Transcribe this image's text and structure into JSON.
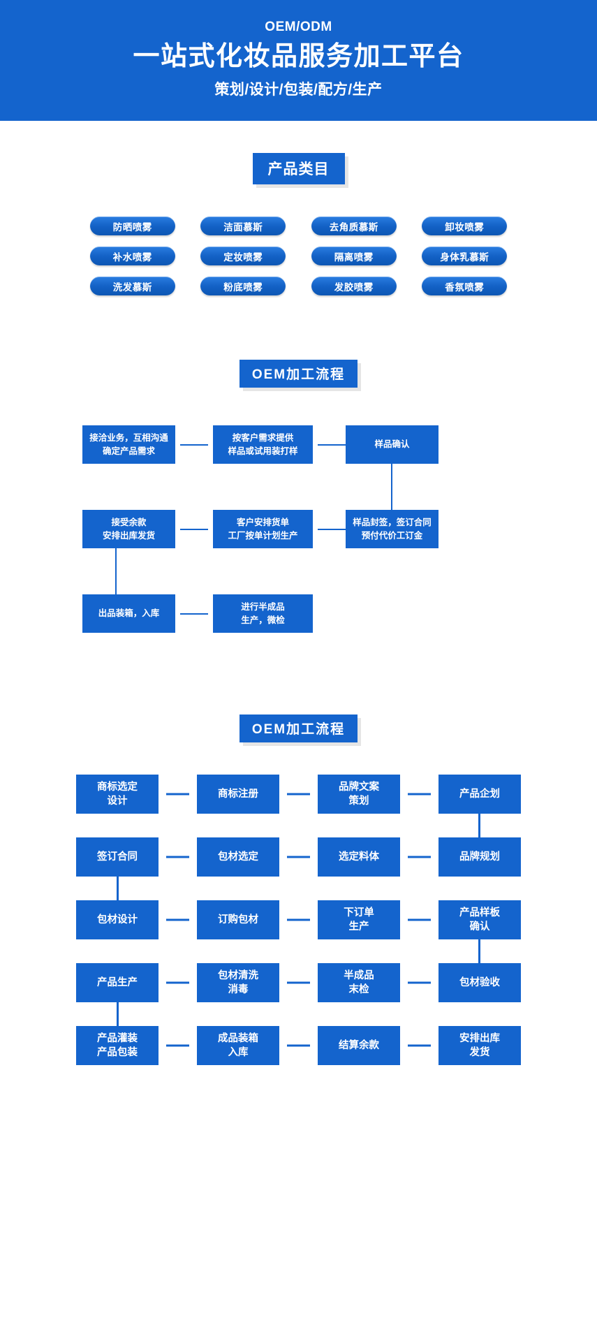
{
  "banner": {
    "sub_top": "OEM/ODM",
    "title": "一站式化妆品服务加工平台",
    "sub_bottom": "策划/设计/包装/配方/生产",
    "bg_color": "#1464cd"
  },
  "sections": {
    "categories_title": "产品类目",
    "flow1_title": "OEM加工流程",
    "flow2_title": "OEM加工流程"
  },
  "categories": {
    "items": [
      "防晒喷雾",
      "洁面慕斯",
      "去角质慕斯",
      "卸妆喷雾",
      "补水喷雾",
      "定妆喷雾",
      "隔离喷雾",
      "身体乳慕斯",
      "洗发慕斯",
      "粉底喷雾",
      "发胶喷雾",
      "香氛喷雾"
    ]
  },
  "flow1": {
    "boxes": [
      "接洽业务，互相沟通\n确定产品需求",
      "按客户需求提供\n样品或试用装打样",
      "样品确认",
      "接受余款\n安排出库发货",
      "客户安排货单\n工厂按单计划生产",
      "样品封签，签订合同\n预付代价工订金",
      "出品装箱，入库",
      "进行半成品\n生产，微检"
    ]
  },
  "flow2": {
    "rows": [
      [
        "商标选定\n设计",
        "商标注册",
        "品牌文案\n策划",
        "产品企划"
      ],
      [
        "签订合同",
        "包材选定",
        "选定料体",
        "品牌规划"
      ],
      [
        "包材设计",
        "订购包材",
        "下订单\n生产",
        "产品样板\n确认"
      ],
      [
        "产品生产",
        "包材清洗\n消毒",
        "半成品\n末检",
        "包材验收"
      ],
      [
        "产品灌装\n产品包装",
        "成品装箱\n入库",
        "结算余款",
        "安排出库\n发货"
      ]
    ]
  },
  "theme": {
    "brand_blue": "#1464cd",
    "page_bg": "#ffffff"
  }
}
